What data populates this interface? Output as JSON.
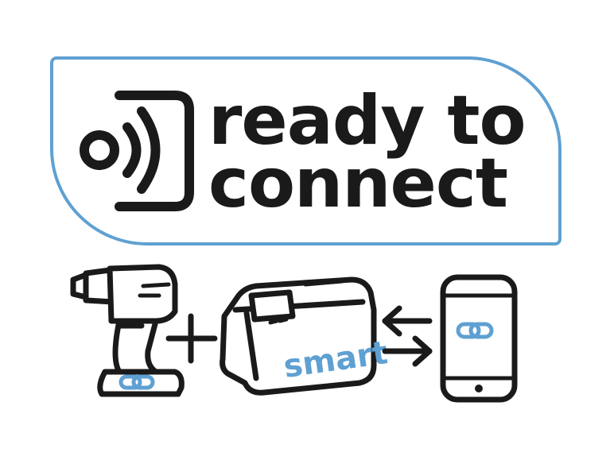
{
  "logo": {
    "line1": "ready to",
    "line2": "connect"
  },
  "battery": {
    "label": "smart"
  },
  "icons": {
    "signal": "wireless-signal-icon",
    "drill": "cordless-drill-icon",
    "plus": "plus-icon",
    "battery": "battery-pack-icon",
    "arrows": "bidirectional-arrows-icon",
    "phone": "smartphone-icon",
    "link": "link-icon"
  },
  "colors": {
    "accent": "#5fa0d2",
    "ink": "#1a1a1a",
    "background": "#ffffff"
  }
}
